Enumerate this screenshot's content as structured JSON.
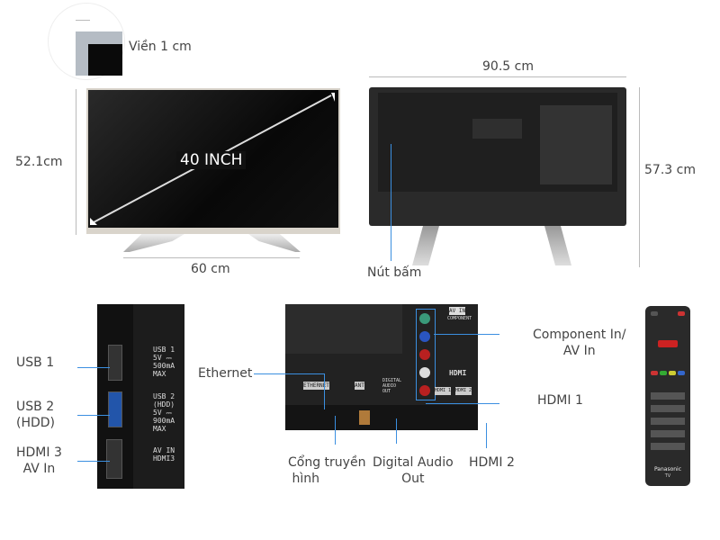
{
  "bezel": {
    "label": "Viền 1 cm"
  },
  "front": {
    "diagonal": "40 INCH",
    "height": "52.1cm",
    "width": "60 cm"
  },
  "back": {
    "width": "90.5 cm",
    "height": "57.3 cm",
    "button_label": "Nút bấm"
  },
  "side_panel": {
    "labels": [
      "USB 1",
      "USB 2\n(HDD)",
      "HDMI 3\nAV In"
    ],
    "printed": [
      "USB 1\n5V ⎓\n500mA\nMAX",
      "USB 2\n(HDD)\n5V ⎓\n900mA\nMAX",
      "AV IN\nHDMI3"
    ]
  },
  "rear_panel": {
    "labels": {
      "ethernet": "Ethernet",
      "component": "Component In/\nAV In",
      "hdmi1": "HDMI 1",
      "antenna": "Cổng truyền\n hình",
      "digital_audio": "Digital Audio\nOut",
      "hdmi2": "HDMI 2"
    },
    "printed": {
      "ethernet": "ETHERNET",
      "ant": "ANT",
      "digital": "DIGITAL\nAUDIO\nOUT",
      "av_in": "AV IN",
      "component": "COMPONENT",
      "hdmi": "HDMI",
      "hdmi1": "HDMI 1",
      "hdmi2": "HDMI 2"
    }
  },
  "remote": {
    "brand": "Panasonic",
    "sub": "TV"
  },
  "colors": {
    "accent_line": "#3b8fe0",
    "dimension_line": "#bbbbbb"
  }
}
